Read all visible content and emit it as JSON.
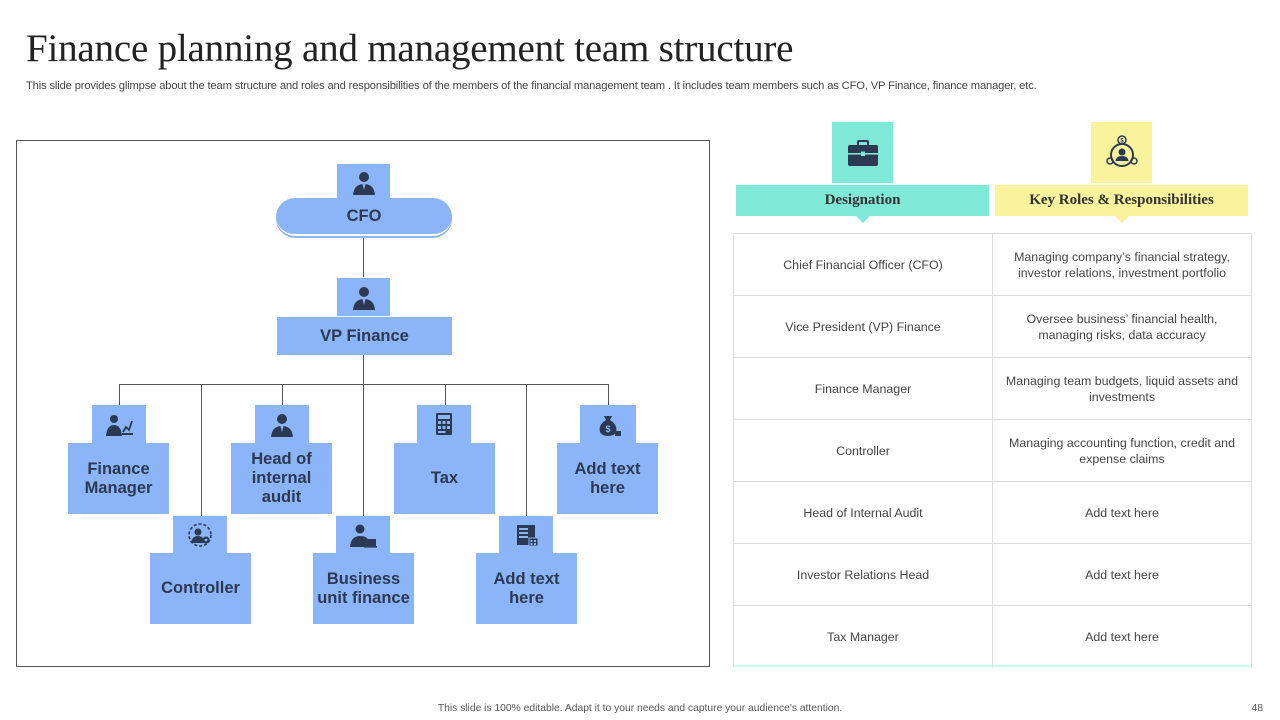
{
  "slide": {
    "title": "Finance planning and management  team structure",
    "subtitle": "This slide provides glimpse about the team structure and roles and responsibilities of the members of the financial management team . It includes team members such as CFO, VP  Finance, finance manager, etc.",
    "footer": "This slide is 100% editable.  Adapt it to your needs and capture your audience's attention.",
    "page_number": "48"
  },
  "org_chart": {
    "cfo": "CFO",
    "vp": "VP Finance",
    "finance_manager": "Finance Manager",
    "head_audit": "Head of internal audit",
    "tax": "Tax",
    "add_text_1": "Add text here",
    "controller": "Controller",
    "business_unit": "Business unit finance",
    "add_text_2": "Add text here"
  },
  "table": {
    "header_designation": "Designation",
    "header_roles": "Key Roles & Responsibilities",
    "rows": [
      {
        "designation": "Chief Financial Officer (CFO)",
        "roles": "Managing company’s financial strategy, investor relations, investment portfolio"
      },
      {
        "designation": "Vice President (VP) Finance",
        "roles": "Oversee  business’ financial health, managing risks, data accuracy"
      },
      {
        "designation": "Finance Manager",
        "roles": "Managing team budgets, liquid assets and investments"
      },
      {
        "designation": "Controller",
        "roles": "Managing accounting function, credit and expense claims"
      },
      {
        "designation": "Head of Internal Audit",
        "roles": "Add text here"
      },
      {
        "designation": "Investor  Relations Head",
        "roles": "Add text here"
      },
      {
        "designation": "Tax Manager",
        "roles": "Add text here"
      }
    ]
  },
  "colors": {
    "org_box": "#8cb4f8",
    "designation_header": "#7fe8d6",
    "roles_header": "#f8f39c",
    "icon_dark": "#2b3a52"
  },
  "icons": {
    "org_person": "person-icon",
    "finance_manager": "presenter-chart-icon",
    "tax": "calculator-document-icon",
    "add_text_1": "money-bag-icon",
    "controller": "person-gear-icon",
    "business_unit": "person-laptop-icon",
    "add_text_2": "ledger-icon",
    "designation": "briefcase-icon",
    "roles": "team-roles-icon"
  }
}
